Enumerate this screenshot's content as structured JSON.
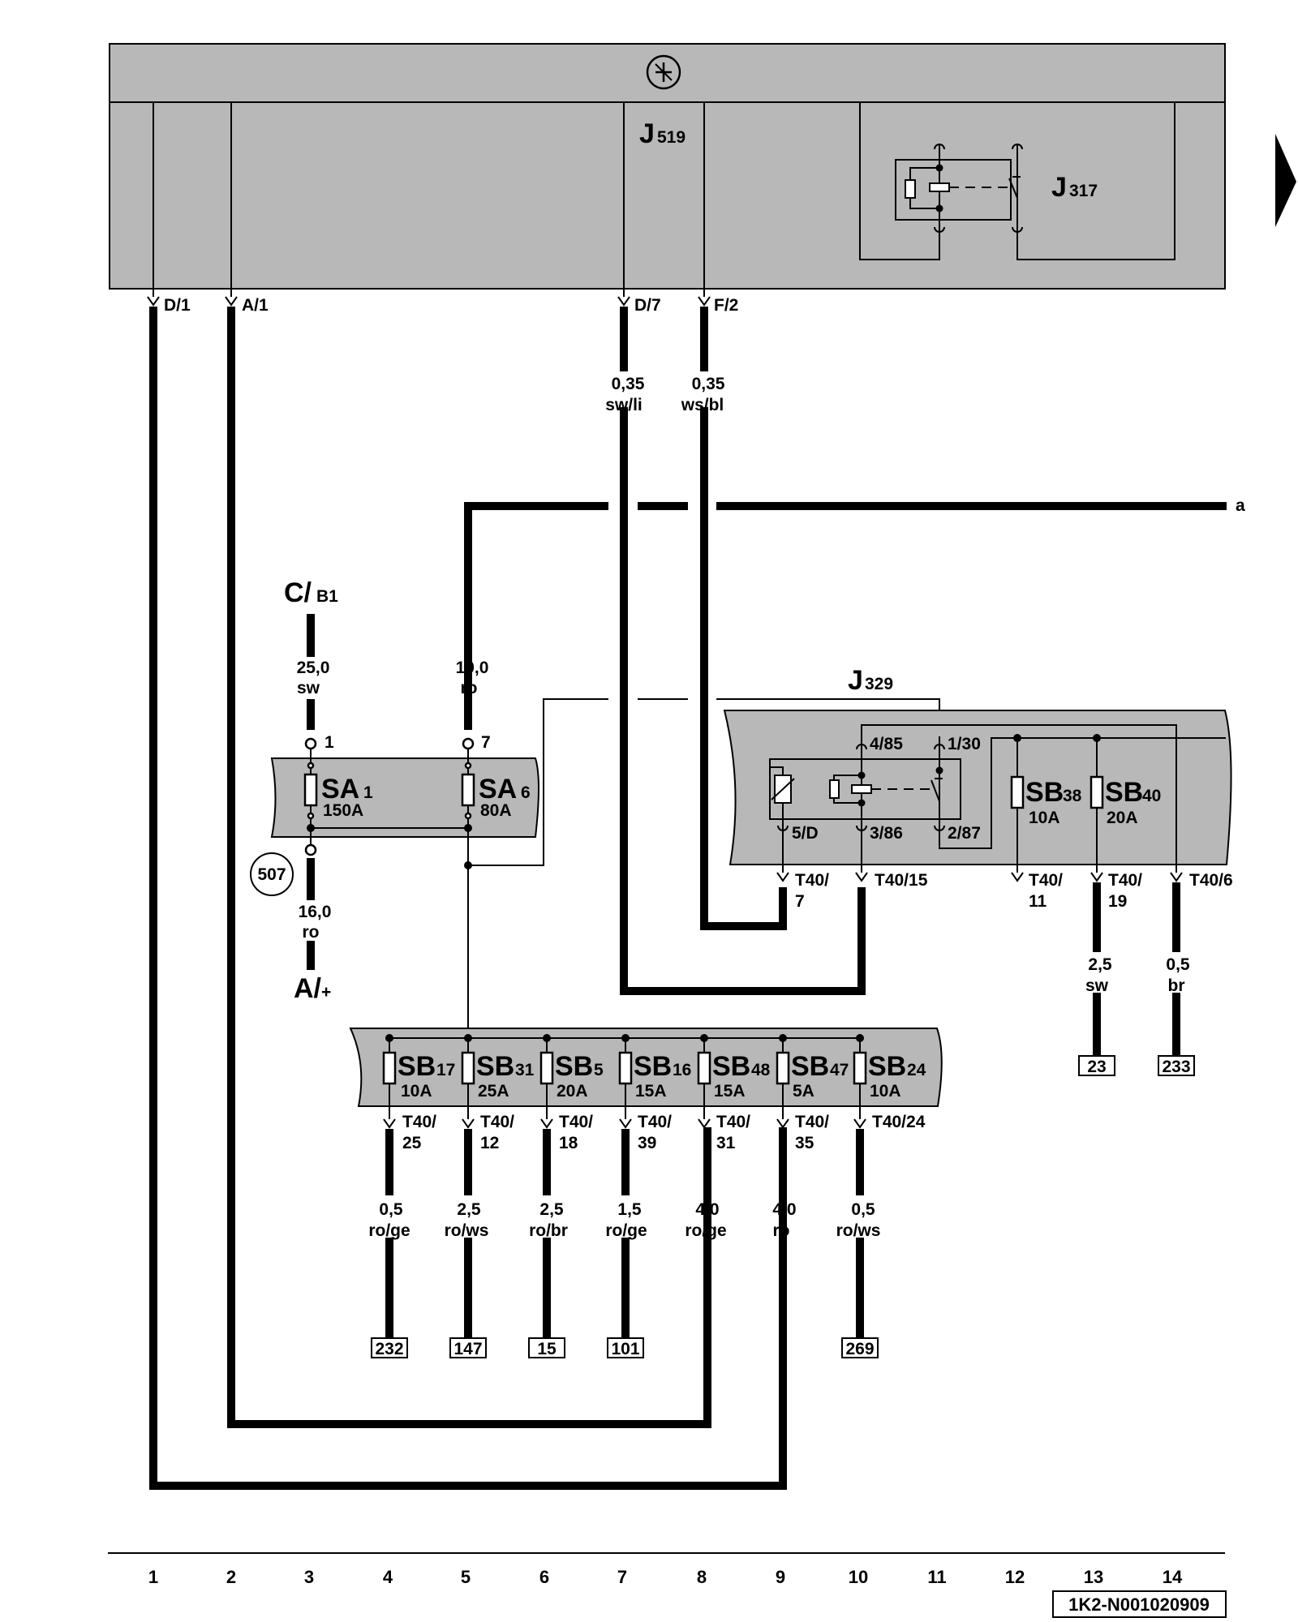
{
  "diagram": {
    "components": {
      "j519": {
        "label": "J",
        "index": "519"
      },
      "j317": {
        "label": "J",
        "index": "317"
      },
      "j329": {
        "label": "J",
        "index": "329"
      }
    },
    "sources": {
      "c_b1": {
        "main": "C/",
        "sub": "B1"
      },
      "a_plus": {
        "main": "A/",
        "sub": "+"
      }
    },
    "ground_point": "507",
    "wire_end_label": "a",
    "pins": {
      "d1": "D/1",
      "a1": "A/1",
      "d7": "D/7",
      "f2": "F/2",
      "p1": "1",
      "p7": "7",
      "r485": "4/85",
      "r130": "1/30",
      "r5d": "5/D",
      "r386": "3/86",
      "r287": "2/87",
      "t40_7_a": "T40/",
      "t40_7_b": "7",
      "t40_15": "T40/15",
      "t40_11_a": "T40/",
      "t40_11_b": "11",
      "t40_19_a": "T40/",
      "t40_19_b": "19",
      "t40_6": "T40/6",
      "t40_25_a": "T40/",
      "t40_25_b": "25",
      "t40_12_a": "T40/",
      "t40_12_b": "12",
      "t40_18_a": "T40/",
      "t40_18_b": "18",
      "t40_39_a": "T40/",
      "t40_39_b": "39",
      "t40_31_a": "T40/",
      "t40_31_b": "31",
      "t40_35_a": "T40/",
      "t40_35_b": "35",
      "t40_24": "T40/24"
    },
    "wires": {
      "d7": {
        "size": "0,35",
        "color": "sw/li"
      },
      "f2": {
        "size": "0,35",
        "color": "ws/bl"
      },
      "cb1": {
        "size": "25,0",
        "color": "sw"
      },
      "sa6": {
        "size": "10,0",
        "color": "ro"
      },
      "aplus": {
        "size": "16,0",
        "color": "ro"
      },
      "sb38": {
        "size": "2,5",
        "color": "sw"
      },
      "sb40": {
        "size": "0,5",
        "color": "br"
      },
      "sb17": {
        "size": "0,5",
        "color": "ro/ge"
      },
      "sb31": {
        "size": "2,5",
        "color": "ro/ws"
      },
      "sb5": {
        "size": "2,5",
        "color": "ro/br"
      },
      "sb16": {
        "size": "1,5",
        "color": "ro/ge"
      },
      "sb48": {
        "size": "4,0",
        "color": "ro/ge"
      },
      "sb47": {
        "size": "4,0",
        "color": "ro"
      },
      "sb24": {
        "size": "0,5",
        "color": "ro/ws"
      }
    },
    "fuses": {
      "sa1": {
        "label": "SA",
        "index": "1",
        "rating": "150A"
      },
      "sa6": {
        "label": "SA",
        "index": "6",
        "rating": "80A"
      },
      "sb38": {
        "label": "SB",
        "index": "38",
        "rating": "10A"
      },
      "sb40": {
        "label": "SB",
        "index": "40",
        "rating": "20A"
      },
      "sb17": {
        "label": "SB",
        "index": "17",
        "rating": "10A"
      },
      "sb31": {
        "label": "SB",
        "index": "31",
        "rating": "25A"
      },
      "sb5": {
        "label": "SB",
        "index": "5",
        "rating": "20A"
      },
      "sb16": {
        "label": "SB",
        "index": "16",
        "rating": "15A"
      },
      "sb48": {
        "label": "SB",
        "index": "48",
        "rating": "15A"
      },
      "sb47": {
        "label": "SB",
        "index": "47",
        "rating": "5A"
      },
      "sb24": {
        "label": "SB",
        "index": "24",
        "rating": "10A"
      }
    },
    "references": {
      "r23": "23",
      "r233": "233",
      "r232": "232",
      "r147": "147",
      "r15": "15",
      "r101": "101",
      "r269": "269"
    }
  },
  "footer": {
    "tracks": [
      "1",
      "2",
      "3",
      "4",
      "5",
      "6",
      "7",
      "8",
      "9",
      "10",
      "11",
      "12",
      "13",
      "14"
    ],
    "code": "1K2-N001020909"
  }
}
